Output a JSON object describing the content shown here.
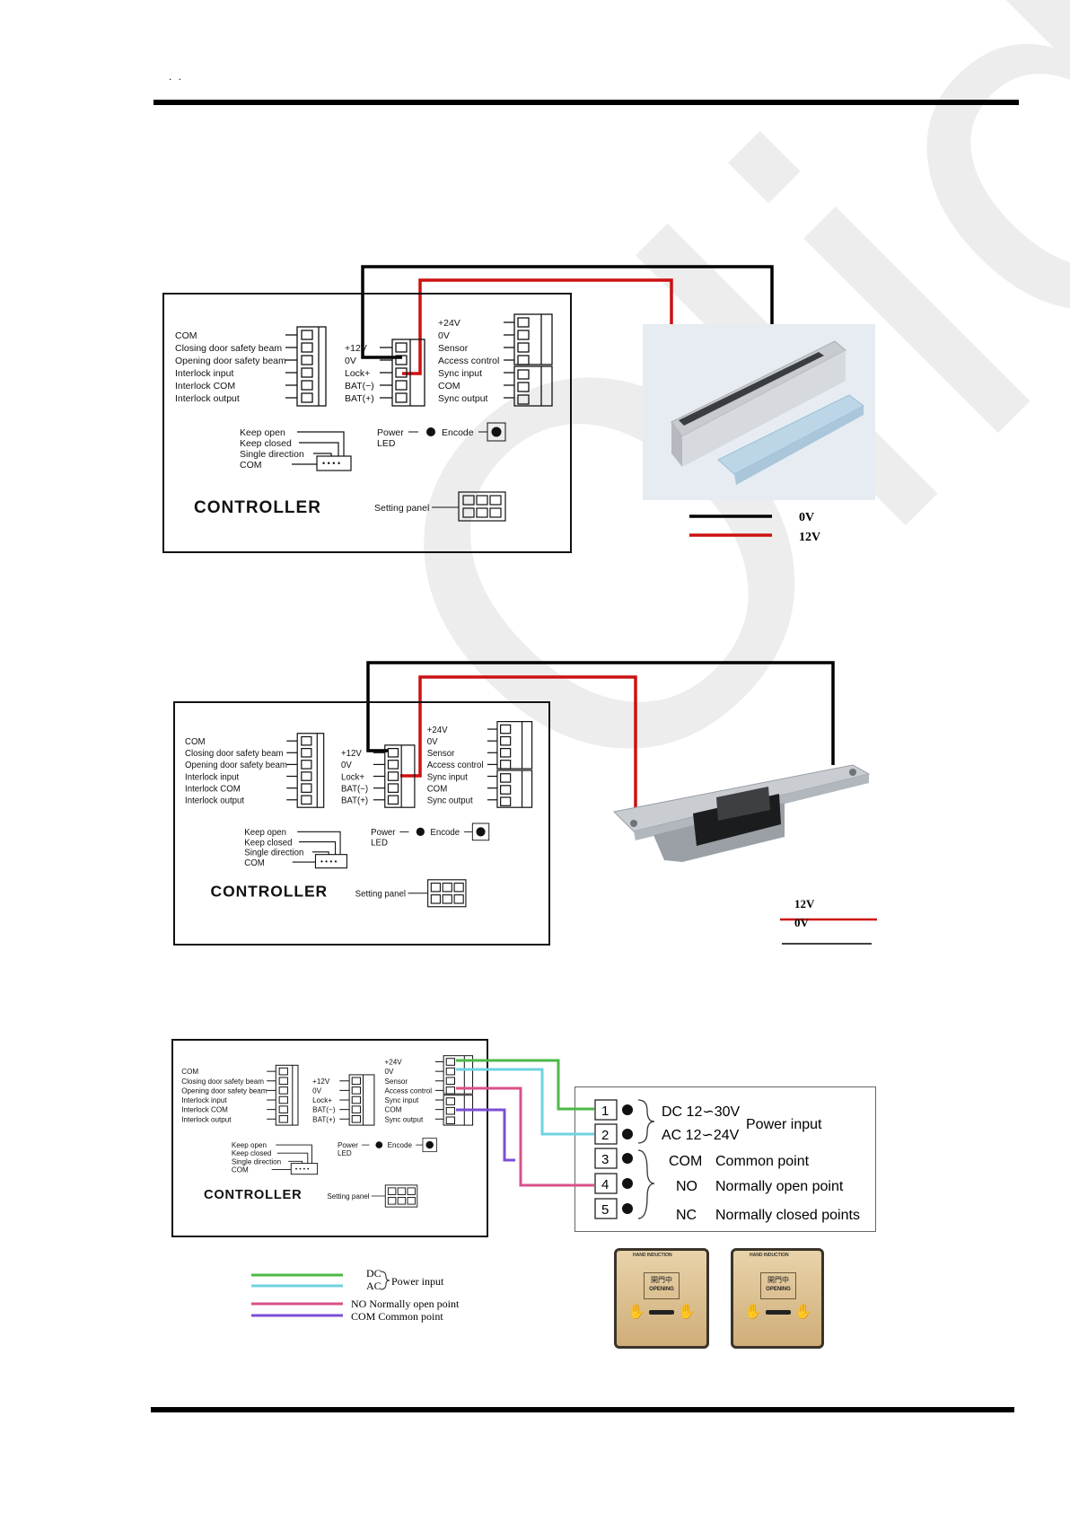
{
  "header": {
    "marks": ". ."
  },
  "watermark": {
    "text": "Olide"
  },
  "controller": {
    "title": "CONTROLLER",
    "left_terminals": [
      "COM",
      "Closing door safety beam",
      "Opening door safety beam",
      "Interlock input",
      "Interlock COM",
      "Interlock output"
    ],
    "middle_terminals": [
      "+12V",
      "0V",
      "Lock+",
      "BAT(−)",
      "BAT(+)"
    ],
    "right_terminals_top": [
      "+24V",
      "0V",
      "Sensor",
      "Access control"
    ],
    "right_terminals_bottom": [
      "Sync input",
      "COM",
      "Sync output"
    ],
    "mode_labels": [
      "Keep open",
      "Keep closed",
      "Single direction",
      "COM"
    ],
    "power_led_label": "Power",
    "led_label": "LED",
    "encode_label": "Encode",
    "setting_panel_label": "Setting panel"
  },
  "diagram1": {
    "legend": [
      {
        "label": "0V",
        "color": "#000000"
      },
      {
        "label": "12V",
        "color": "#cc1111"
      }
    ],
    "device_icon": "magnetic-lock-icon"
  },
  "diagram2": {
    "legend": [
      {
        "label": "12V",
        "color": "#cc1111"
      },
      {
        "label": "0V",
        "color": "#000000"
      }
    ],
    "device_icon": "electric-strike-icon"
  },
  "diagram3": {
    "sensor_terminals": [
      "1",
      "2",
      "3",
      "4",
      "5"
    ],
    "sensor_labels": {
      "dc": "DC  12∽30V",
      "ac": "AC  12∽24V",
      "power_input": "Power input",
      "com": "COM",
      "com_desc": "Common point",
      "no": "NO",
      "no_desc": "Normally open point",
      "nc": "NC",
      "nc_desc": "Normally closed points"
    },
    "legend": {
      "dc": "DC",
      "ac": "AC",
      "power_input": "Power input",
      "no": "NO  Normally open point",
      "com": "COM Common point"
    },
    "colors": {
      "green": "#4db848",
      "cyan": "#6dd3e0",
      "pink": "#d9508a",
      "purple": "#7b4fd6",
      "red": "#cc1111",
      "black": "#000000"
    },
    "sensor_top_text": "HAND INDUCTION",
    "sensor_face_text": "開門中",
    "sensor_button_text": "OPENING",
    "sensor_icon": "touchless-exit-sensor-icon"
  }
}
